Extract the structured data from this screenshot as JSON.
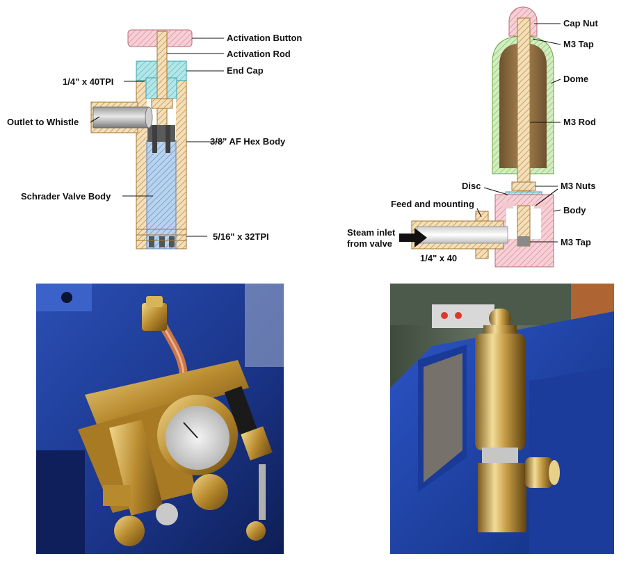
{
  "whistle_valve_diagram": {
    "labels": {
      "activation_button": "Activation Button",
      "activation_rod": "Activation Rod",
      "end_cap": "End Cap",
      "thread_top": "1/4\" x 40TPI",
      "outlet": "Outlet to Whistle",
      "hex_body": "3/8\" AF Hex Body",
      "schrader": "Schrader Valve Body",
      "thread_bottom": "5/16\" x 32TPI"
    }
  },
  "whistle_diagram": {
    "labels": {
      "cap_nut": "Cap Nut",
      "m3_tap_top": "M3 Tap",
      "dome": "Dome",
      "m3_rod": "M3 Rod",
      "disc": "Disc",
      "m3_nuts": "M3 Nuts",
      "feed": "Feed and mounting",
      "body": "Body",
      "steam_inlet_line1": "Steam inlet",
      "steam_inlet_line2": "from valve",
      "m3_tap_bottom": "M3 Tap",
      "inlet_thread": "1/4\" x 40"
    }
  },
  "colors": {
    "button": "#e8a6b0",
    "end_cap": "#9fd9dc",
    "brass_hatch": "#d9b27a",
    "valve_body": "#a9c8e8",
    "dome_green": "#b8e0a0",
    "dome_interior": "#8a6a3a",
    "body_pink": "#f0b9c2",
    "blue_machine": "#1f3f9e"
  }
}
